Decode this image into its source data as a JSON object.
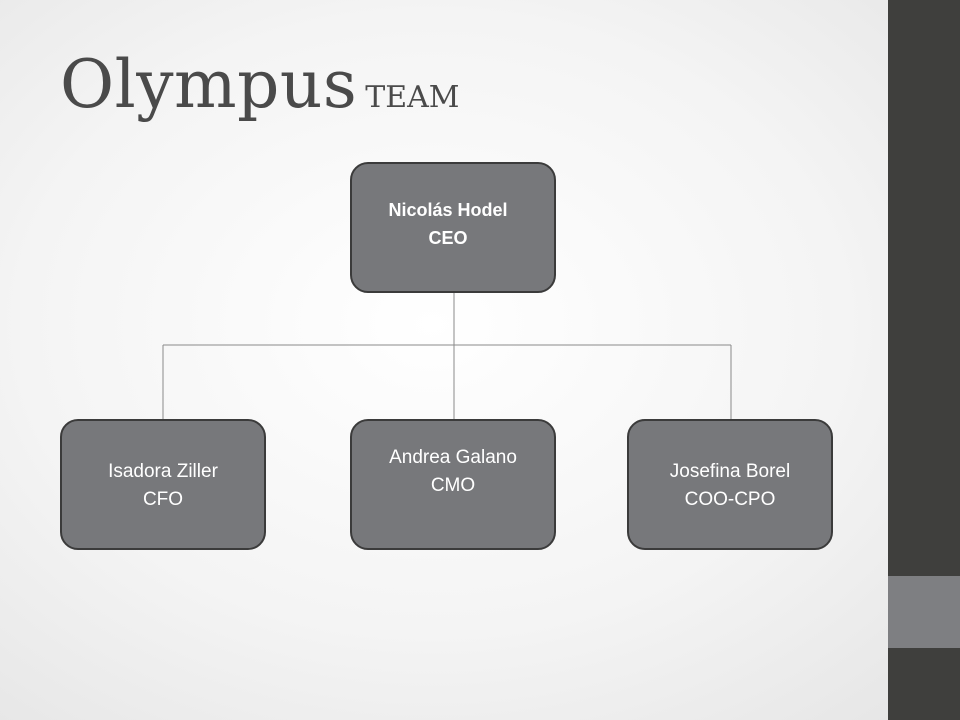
{
  "slide": {
    "title_main": "Olympus",
    "title_sub": "TEAM"
  },
  "org_chart": {
    "root": {
      "name": "Nicolás Hodel",
      "role": "CEO"
    },
    "reports": [
      {
        "name": "Isadora Ziller",
        "role": "CFO"
      },
      {
        "name": "Andrea Galano",
        "role": "CMO"
      },
      {
        "name": "Josefina Borel",
        "role": "COO-CPO"
      }
    ]
  },
  "colors": {
    "node_fill": "#77787b",
    "node_border": "#3b3b3b",
    "sidebar": "#3f3f3d",
    "sidebar_accent": "#7e7f82",
    "title": "#4a4a4a"
  }
}
